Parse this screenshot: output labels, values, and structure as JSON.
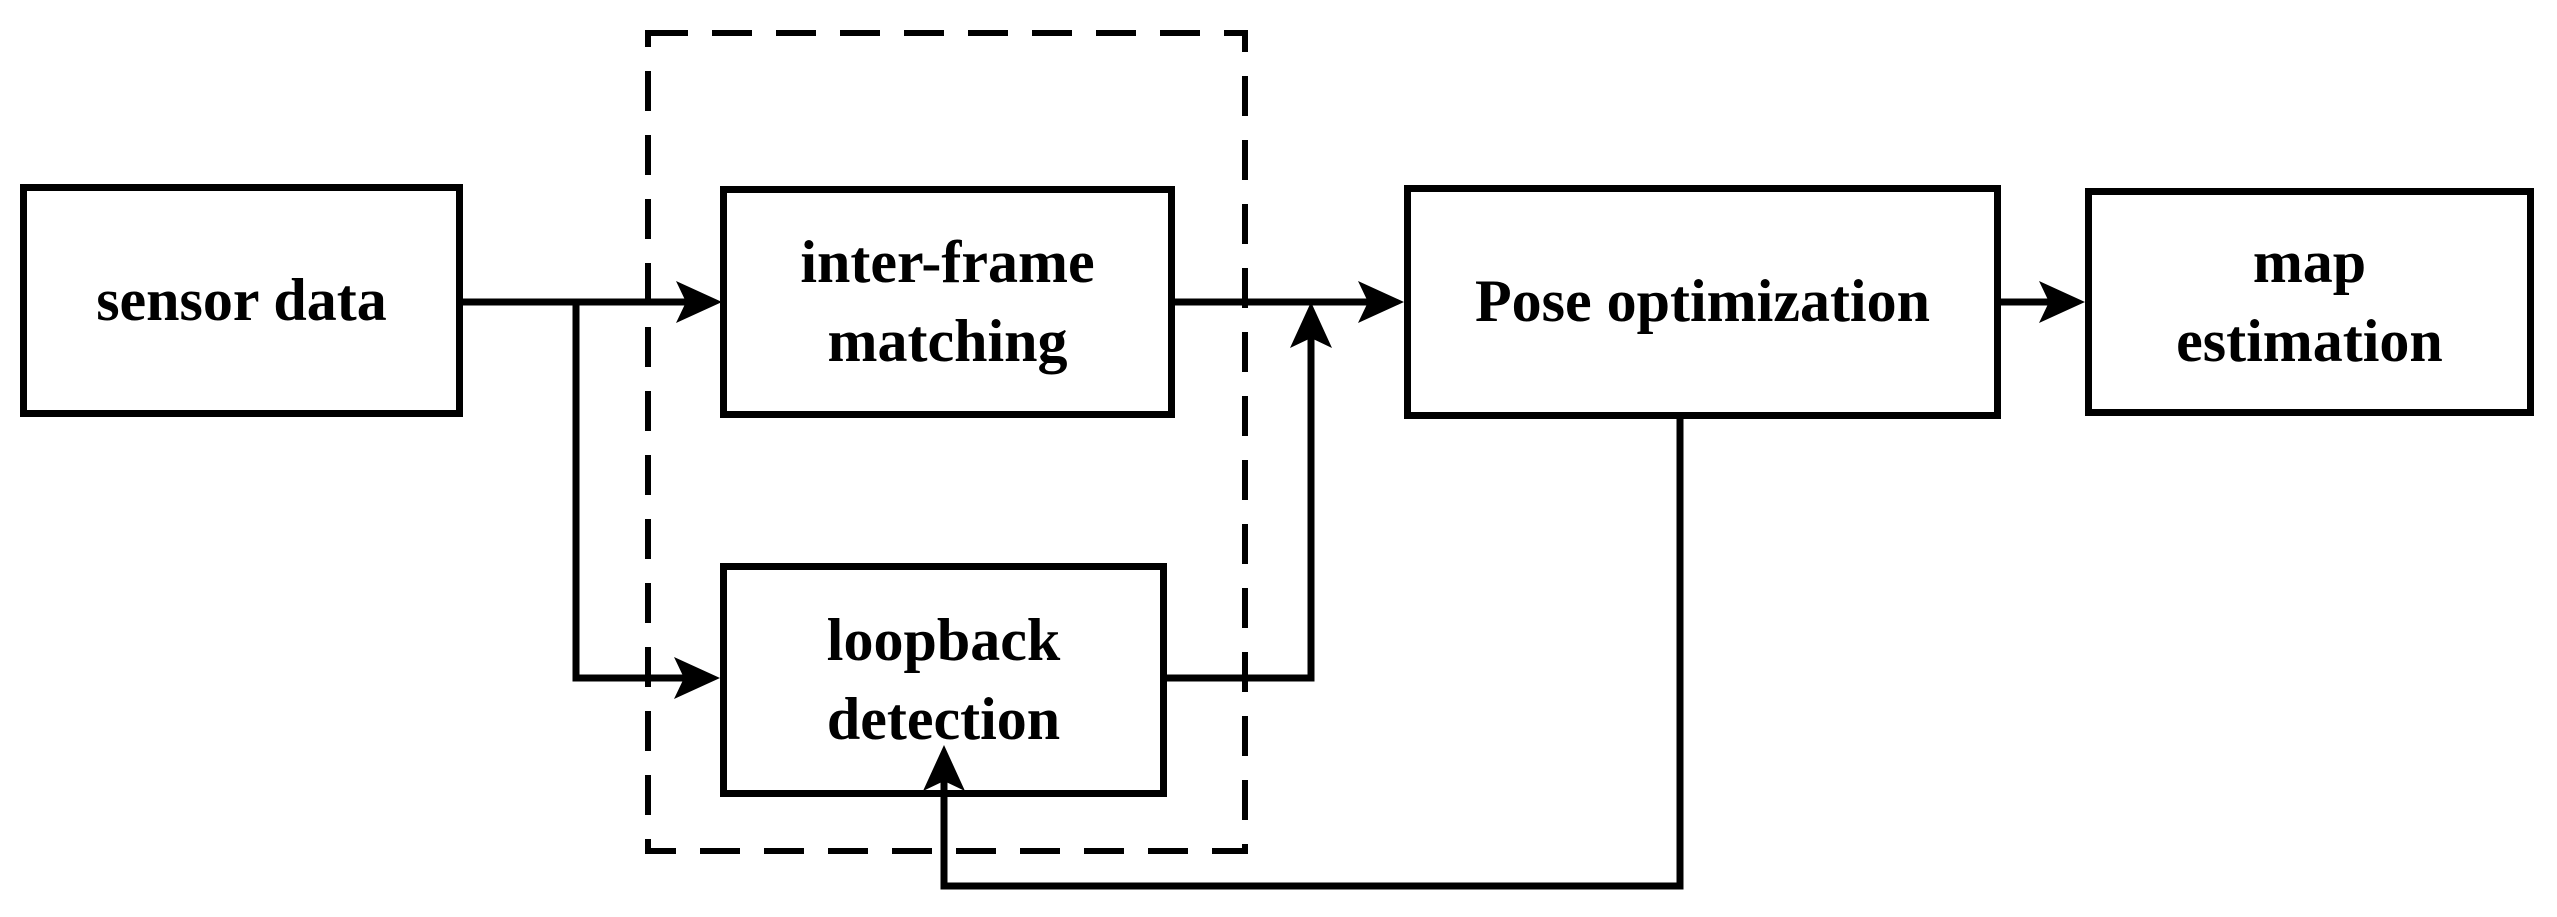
{
  "colors": {
    "ink": "#000000",
    "background": "#ffffff"
  },
  "nodes": {
    "sensor": {
      "label": "sensor data"
    },
    "interframe": {
      "lines": [
        "inter-frame",
        "matching"
      ]
    },
    "loopback": {
      "lines": [
        "loopback",
        "detection"
      ]
    },
    "pose": {
      "label": "Pose optimization"
    },
    "map": {
      "lines": [
        "map",
        "estimation"
      ]
    }
  },
  "groups": [
    {
      "id": "front-end-dashed-group",
      "style": "dashed",
      "contains": [
        "interframe",
        "loopback"
      ]
    }
  ],
  "edges": [
    {
      "from": "sensor",
      "to": "interframe",
      "type": "arrow"
    },
    {
      "from": "sensor",
      "to": "loopback",
      "type": "arrow-branch"
    },
    {
      "from": "interframe",
      "to": "pose",
      "type": "arrow"
    },
    {
      "from": "loopback",
      "to": "pose",
      "type": "arrow-joins-interframe-line"
    },
    {
      "from": "pose",
      "to": "map",
      "type": "arrow"
    },
    {
      "from": "pose",
      "to": "loopback",
      "type": "feedback-arrow"
    }
  ]
}
